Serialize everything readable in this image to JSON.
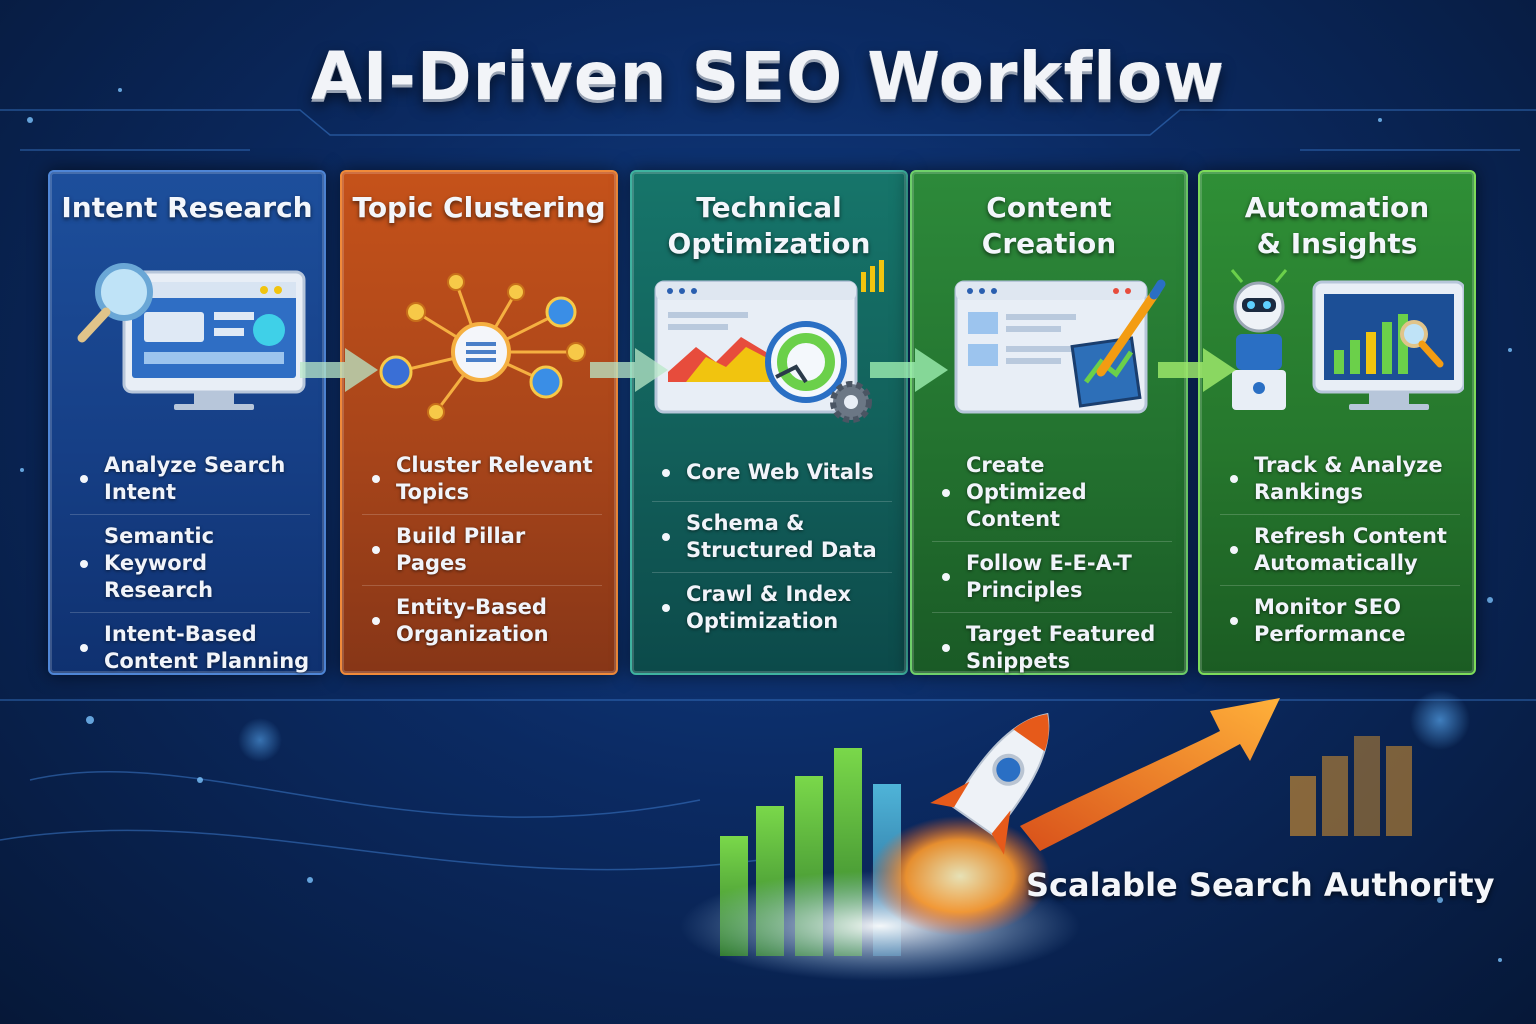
{
  "title": "AI-Driven SEO Workflow",
  "steps": [
    {
      "title": "Intent Research",
      "bullets": [
        "Analyze Search Intent",
        "Semantic Keyword Research",
        "Intent-Based Content Planning"
      ]
    },
    {
      "title": "Topic Clustering",
      "bullets": [
        "Cluster Relevant Topics",
        "Build Pillar Pages",
        "Entity-Based Organization"
      ]
    },
    {
      "title": "Technical\nOptimization",
      "bullets": [
        "Core Web Vitals",
        "Schema & Structured Data",
        "Crawl & Index Optimization"
      ]
    },
    {
      "title": "Content\nCreation",
      "bullets": [
        "Create Optimized Content",
        "Follow E-E-A-T Principles",
        "Target Featured Snippets"
      ]
    },
    {
      "title": "Automation\n& Insights",
      "bullets": [
        "Track & Analyze Rankings",
        "Refresh Content Automatically",
        "Monitor SEO Performance"
      ]
    }
  ],
  "tagline": "Scalable Search Authority",
  "icons": {
    "step1": "magnifier-monitor-icon",
    "step2": "topic-network-icon",
    "step3": "speed-gauge-gear-icon",
    "step4": "document-pencil-icon",
    "step5": "robot-analytics-icon",
    "bottom": "rocket-growth-icon"
  },
  "colors": {
    "background": "#0b2a62",
    "intent": "#1d4f9c",
    "topic": "#c5521a",
    "technical": "#16756a",
    "content": "#2d8a3a",
    "automation": "#2f8f36",
    "arrow": "#ff8a1e"
  }
}
